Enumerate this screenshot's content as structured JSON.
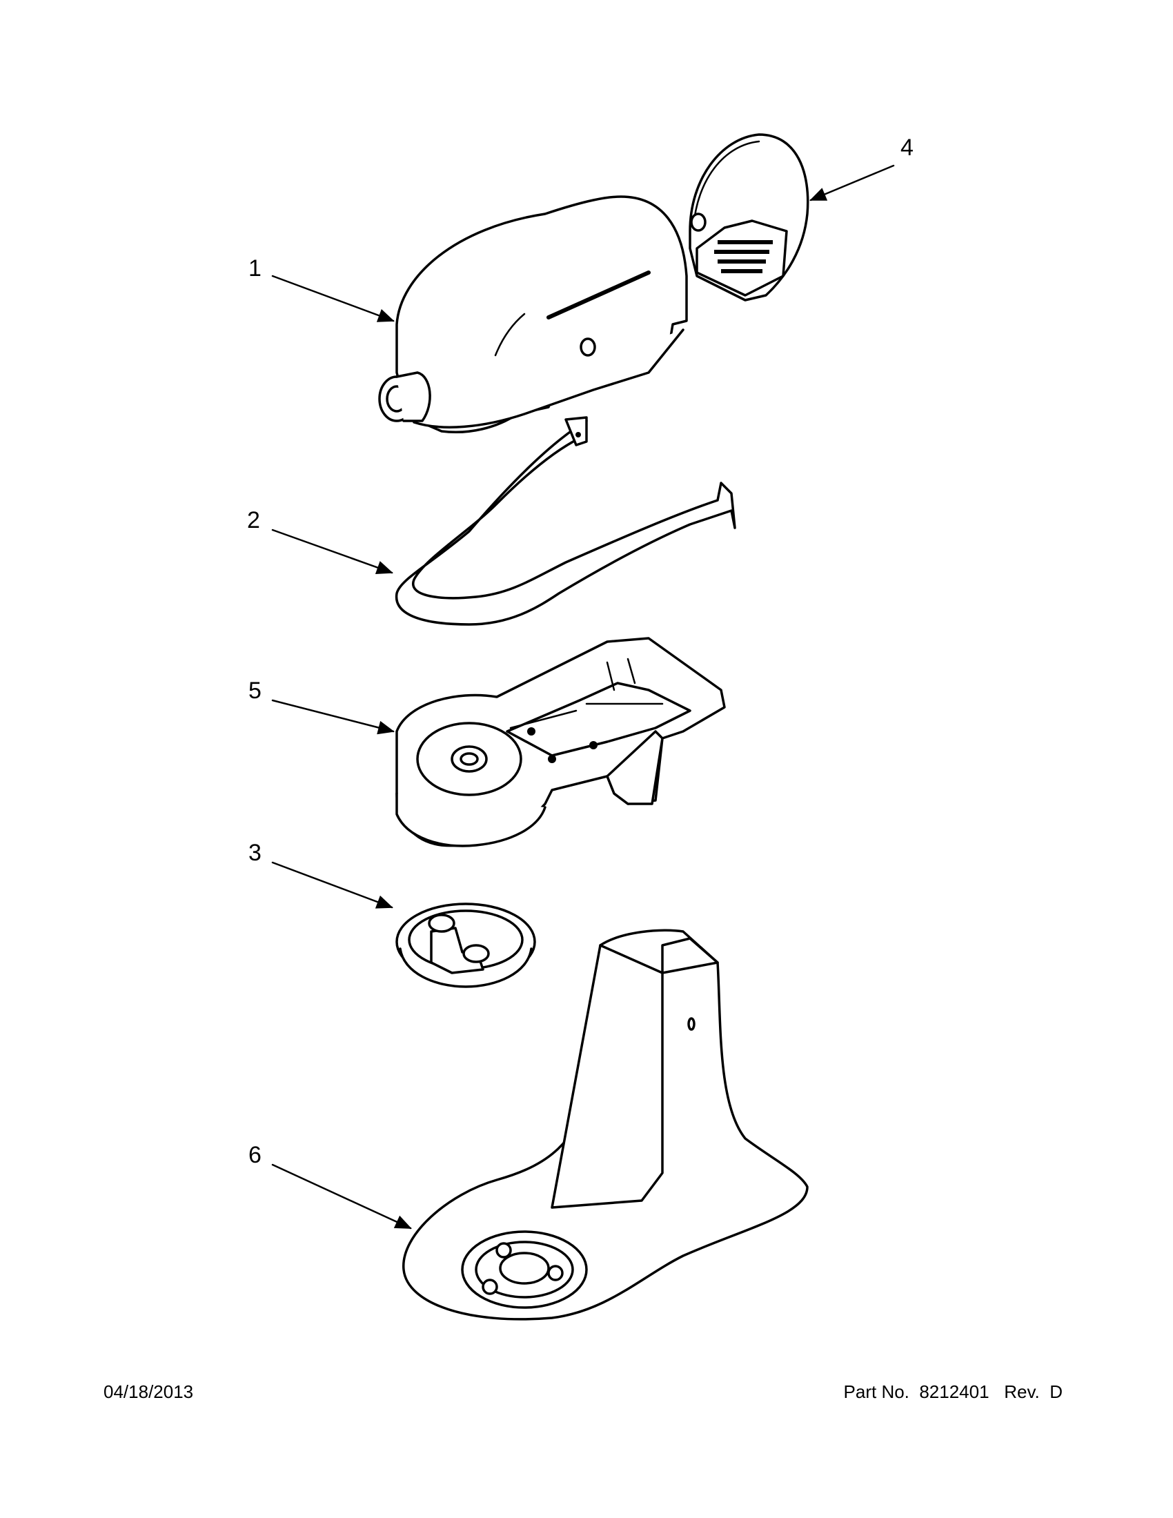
{
  "footer": {
    "date": "04/18/2013",
    "part_no": "Part No.  8212401   Rev.  D"
  },
  "callouts": {
    "c1": "1",
    "c2": "2",
    "c3": "3",
    "c4": "4",
    "c5": "5",
    "c6": "6"
  }
}
